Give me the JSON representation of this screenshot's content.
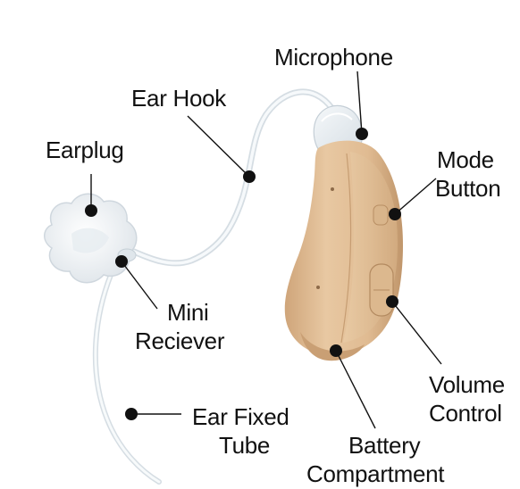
{
  "diagram": {
    "labels": {
      "microphone": "Microphone",
      "ear_hook": "Ear Hook",
      "earplug": "Earplug",
      "mode_button": [
        "Mode",
        "Button"
      ],
      "mini_receiver": [
        "Mini",
        "Reciever"
      ],
      "volume_control": [
        "Volume",
        "Control"
      ],
      "ear_fixed_tube": [
        "Ear Fixed",
        "Tube"
      ],
      "battery_compartment": [
        "Battery",
        "Compartment"
      ]
    },
    "colors": {
      "device_body": "#e2bf96",
      "device_shadow": "#c59c70",
      "tube": "#eef3f6",
      "earplug": "#f4f6f8",
      "text": "#111111"
    }
  }
}
